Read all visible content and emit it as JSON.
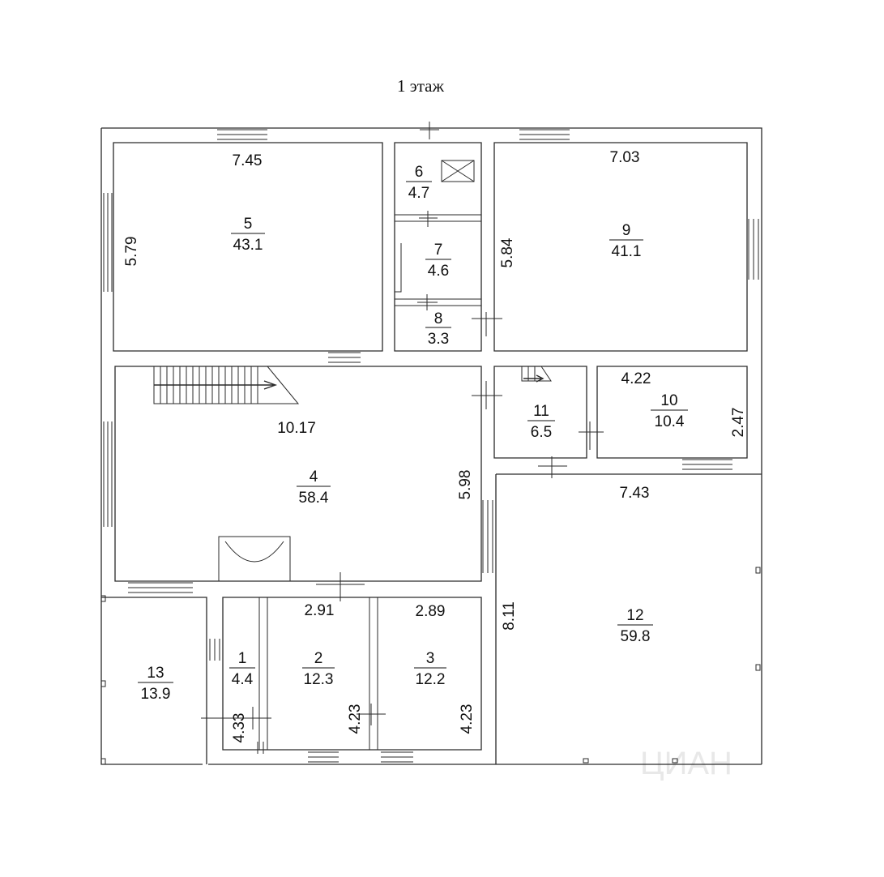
{
  "title": "1 этаж",
  "watermark": "ЦИАН",
  "rooms": [
    {
      "number": "1",
      "area": "4.4"
    },
    {
      "number": "2",
      "area": "12.3"
    },
    {
      "number": "3",
      "area": "12.2"
    },
    {
      "number": "4",
      "area": "58.4"
    },
    {
      "number": "5",
      "area": "43.1"
    },
    {
      "number": "6",
      "area": "4.7"
    },
    {
      "number": "7",
      "area": "4.6"
    },
    {
      "number": "8",
      "area": "3.3"
    },
    {
      "number": "9",
      "area": "41.1"
    },
    {
      "number": "10",
      "area": "10.4"
    },
    {
      "number": "11",
      "area": "6.5"
    },
    {
      "number": "12",
      "area": "59.8"
    },
    {
      "number": "13",
      "area": "13.9"
    }
  ],
  "dimensions": {
    "room5_width": "7.45",
    "room5_depth": "5.79",
    "room9_width": "7.03",
    "room9_depth": "5.84",
    "room4_width": "10.17",
    "room4_depth": "5.98",
    "room10_width": "4.22",
    "room10_depth": "2.47",
    "room12_width": "7.43",
    "room12_depth": "8.11",
    "room2_width": "2.91",
    "room3_width": "2.89",
    "room1_depth": "4.33",
    "room2_depth": "4.23",
    "room3_depth": "4.23"
  }
}
